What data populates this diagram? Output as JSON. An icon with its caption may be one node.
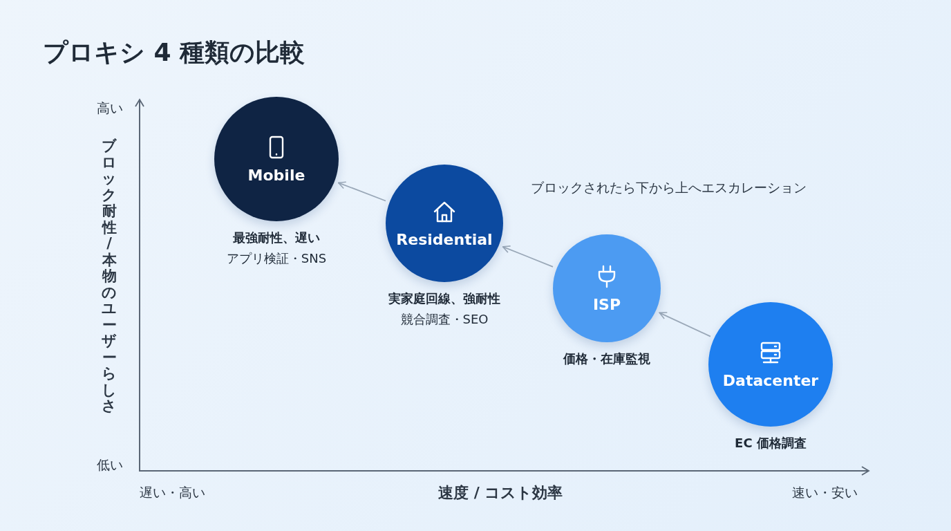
{
  "diagram": {
    "title": "プロキシ 4 種類の比較",
    "nodes": [
      {
        "text": [
          "Mobile"
        ],
        "beside": [
          "最強耐性、遅い",
          "アプリ検証・SNS"
        ]
      },
      {
        "text": [
          "Residential"
        ],
        "beside": [
          "実家庭回線、強耐性",
          "競合調査・SEO"
        ]
      },
      {
        "text": [
          "ISP"
        ],
        "beside": [
          "価格・在庫監視"
        ]
      },
      {
        "text": [
          "Datacenter"
        ],
        "beside": [
          "EC 価格調査"
        ]
      }
    ],
    "edges": [
      {
        "from": 1,
        "to": 0,
        "arrow": "to"
      },
      {
        "from": 2,
        "to": 1,
        "arrow": "to"
      },
      {
        "from": 3,
        "to": 2,
        "arrow": "to"
      }
    ],
    "labels": [
      "高い",
      "ブロック耐性 / 本物のユーザーらしさ",
      "低い",
      "ブロックされたら下から上へエスカレーション",
      "遅い・高い",
      "速度 / コスト効率",
      "速い・安い"
    ]
  }
}
